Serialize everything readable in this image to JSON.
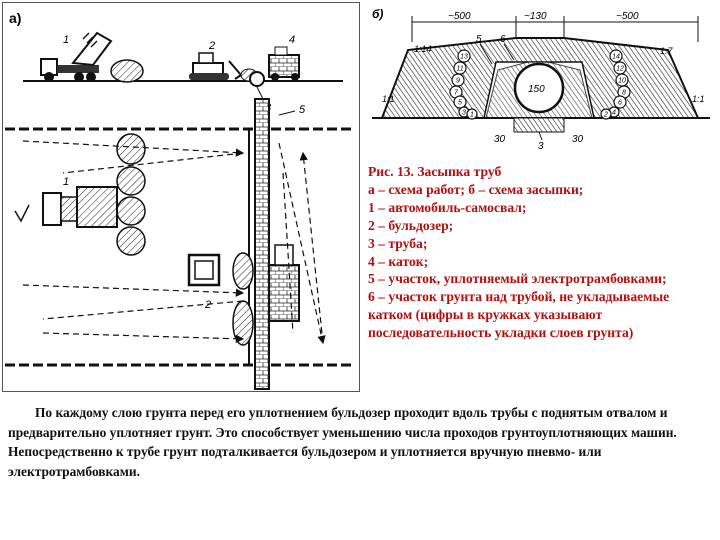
{
  "panel_a": {
    "label": "а)",
    "callouts": [
      "1",
      "2",
      "3",
      "4",
      "5",
      "1",
      "2"
    ]
  },
  "panel_b": {
    "label": "б)",
    "dims": [
      "~500",
      "~130",
      "~500",
      "30",
      "30"
    ],
    "slopes": [
      "1:14",
      "1:7",
      "1:1",
      "1:1"
    ],
    "pipe_label": "150",
    "callouts": [
      "5",
      "6",
      "3"
    ],
    "sequence_numbers": [
      "13",
      "11",
      "9",
      "7",
      "5",
      "3",
      "1",
      "14",
      "12",
      "10",
      "8",
      "6",
      "4",
      "2"
    ]
  },
  "caption": {
    "lines": [
      "Рис. 13. Засыпка труб",
      "а – схема работ; б – схема засыпки;",
      "1 – автомобиль-самосвал;",
      "2 – бульдозер;",
      "3 – труба;",
      "4 – каток;",
      "5 – участок, уплотняемый электротрамбовками;",
      "6 – участок грунта  над трубой,  не укладываемые катком   (цифры в кружках указывают последовательность укладки слоев грунта)"
    ]
  },
  "body_text": "По каждому слою грунта перед его уплотнением бульдозер проходит вдоль трубы с поднятым отвалом и предварительно уплотняет грунт. Это способствует уменьшению числа проходов грунтоуплотняющих машин. Непосредственно к трубе грунт подталкивается бульдозером и уплотняется вручную пневмо- или электротрамбовками."
}
